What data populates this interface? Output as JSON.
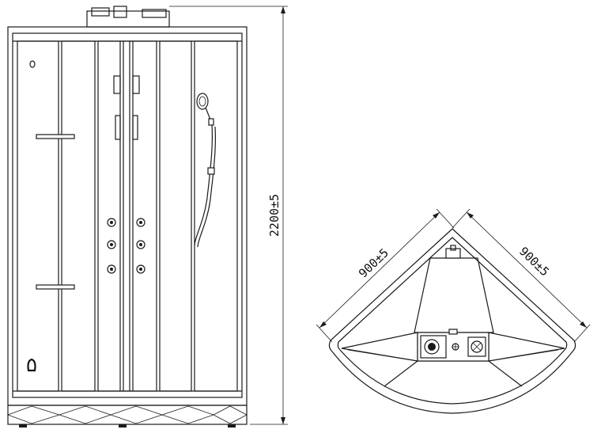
{
  "dimensions": {
    "height": "2200±5",
    "side_left": "900±5",
    "side_right": "900±5"
  },
  "icons": [
    "shower-head-icon",
    "body-jet-icon",
    "fan-icon",
    "speaker-icon"
  ]
}
